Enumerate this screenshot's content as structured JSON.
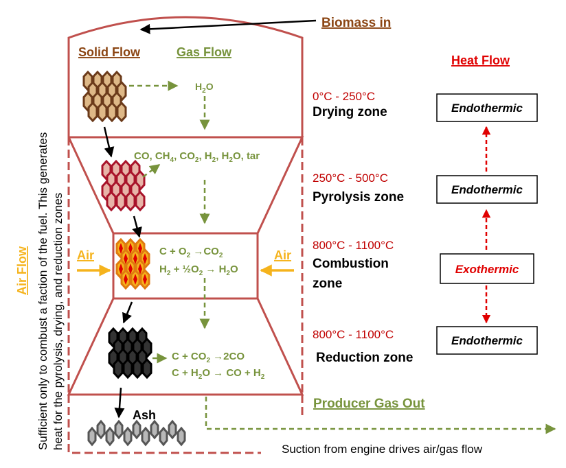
{
  "biomass_in": "Biomass in",
  "solid_flow": "Solid Flow",
  "gas_flow": "Gas Flow",
  "heat_flow": "Heat Flow",
  "air_flow": "Air Flow",
  "air_left": "Air",
  "air_right": "Air",
  "ash": "Ash",
  "producer_gas_out": "Producer Gas Out",
  "suction_note": "Suction from engine drives air/gas flow",
  "side_note": {
    "line1": "Sufficient only to combust a faction of the fuel. This generates",
    "line2": "heat for the pyrolysis, drying, and reduction zones"
  },
  "zones": [
    {
      "temp": "0°C - 250°C",
      "name": "Drying zone",
      "heat": "Endothermic"
    },
    {
      "temp": "250°C - 500°C",
      "name": "Pyrolysis zone",
      "heat": "Endothermic"
    },
    {
      "temp": "800°C - 1100°C",
      "name": "Combustion",
      "name2": "zone",
      "heat": "Exothermic"
    },
    {
      "temp": "800°C - 1100°C",
      "name": "Reduction zone",
      "heat": "Endothermic"
    }
  ],
  "gases": {
    "drying": {
      "a": "H",
      "b": "2",
      "c": "O"
    },
    "pyrolysis": [
      "CO, CH",
      "4",
      ", CO",
      "2",
      ", H",
      "2",
      ", H",
      "2",
      "O, tar"
    ],
    "comb1": [
      "C + O",
      "2",
      " →CO",
      "2"
    ],
    "comb2": [
      "H",
      "2",
      " + ½O",
      "2",
      " → H",
      "2",
      "O"
    ],
    "red1": [
      "C + CO",
      "2",
      " →2CO"
    ],
    "red2": [
      "C + H",
      "2",
      "O → CO + H",
      "2"
    ]
  },
  "colors": {
    "wall": "#c0504d",
    "gas": "#77933c",
    "air": "#f5b31c",
    "heat_red": "#e00000",
    "biomass": "#8b4513"
  }
}
